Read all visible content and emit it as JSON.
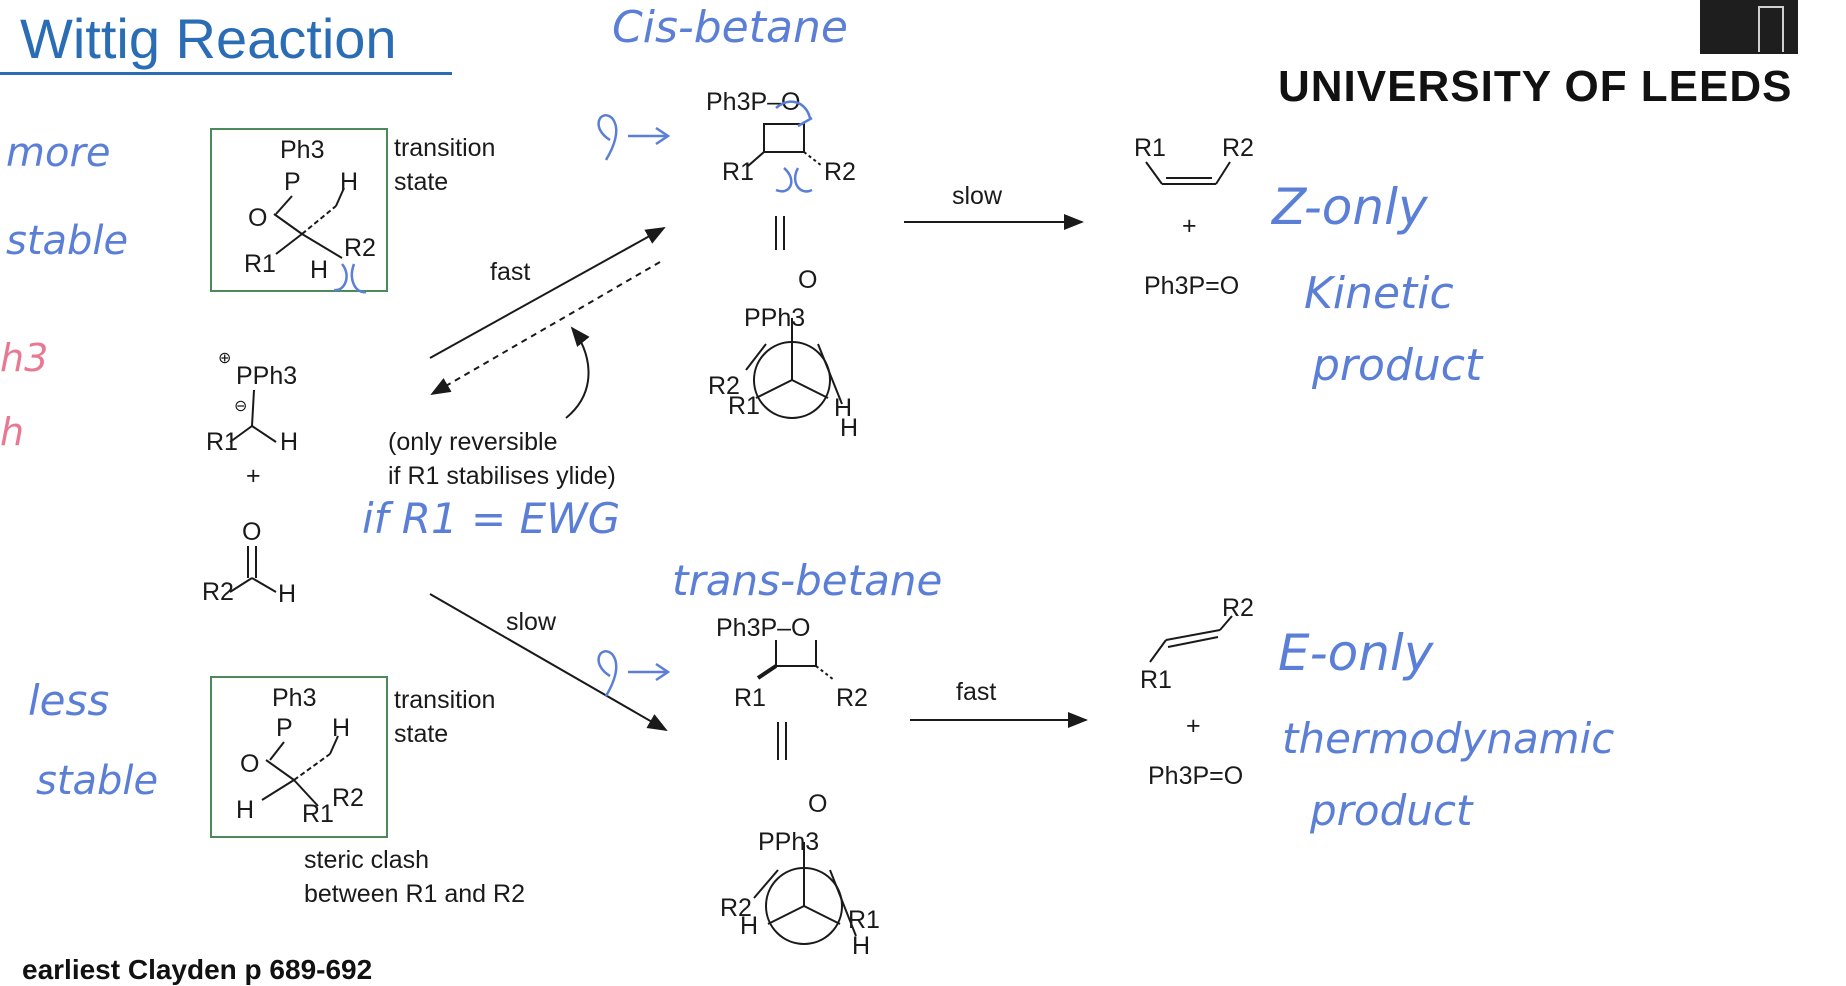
{
  "slide": {
    "title": "Wittig Reaction",
    "institution": "UNIVERSITY OF LEEDS",
    "footer_partial": "earliest Clayden p 689-692"
  },
  "annotations": {
    "cis_betaine": "Cis-betane",
    "trans_betaine": "trans-betane",
    "more_stable": [
      "more",
      "stable"
    ],
    "less_stable": [
      "less",
      "stable"
    ],
    "z_only": "Z-only",
    "kinetic_product": [
      "Kinetic",
      "product"
    ],
    "e_only": "E-only",
    "thermodynamic_product": [
      "thermodynamic",
      "product"
    ],
    "if_r1_ewg": "if R1 = EWG",
    "margin_fragments": [
      "h3",
      "h"
    ]
  },
  "top_ts": {
    "ph3": "Ph3",
    "p": "P",
    "h": "H",
    "o": "O",
    "r1": "R1",
    "r2": "R2",
    "label_line1": "transition",
    "label_line2": "state"
  },
  "bottom_ts": {
    "ph3": "Ph3",
    "p": "P",
    "h": "H",
    "o": "O",
    "r1": "R1",
    "r2": "R2",
    "h2": "H",
    "label_line1": "transition",
    "label_line2": "state",
    "note_line1": "steric clash",
    "note_line2": "between R1 and R2"
  },
  "reactants": {
    "ylide_group": "PPh3",
    "ylide_r1": "R1",
    "ylide_h": "H",
    "plus": "+",
    "aldehyde_o": "O",
    "aldehyde_r2": "R2",
    "aldehyde_h": "H"
  },
  "arrows": {
    "fast_upper": "fast",
    "slow_upper": "slow",
    "slow_lower": "slow",
    "fast_lower": "fast",
    "reversible_line1": "(only reversible",
    "reversible_line2": "if R1 stabilises ylide)"
  },
  "cis_oxaphosphetane": {
    "top": "Ph3P–O",
    "r1": "R1",
    "r2": "R2",
    "newman_group": "PPh3",
    "newman_o": "O",
    "newman_left": "R2",
    "newman_left2": "R1",
    "newman_right": "H",
    "newman_right2": "H"
  },
  "trans_oxaphosphetane": {
    "top": "Ph3P–O",
    "r1": "R1",
    "r2": "R2",
    "newman_group": "PPh3",
    "newman_o": "O",
    "newman_left": "R2",
    "newman_left2": "H",
    "newman_right": "R1",
    "newman_right2": "H"
  },
  "products": {
    "z_r1": "R1",
    "z_r2": "R2",
    "plus": "+",
    "z_byproduct": "Ph3P=O",
    "e_r1": "R1",
    "e_r2": "R2",
    "e_plus": "+",
    "e_byproduct": "Ph3P=O"
  },
  "colors": {
    "title_blue": "#2a6db5",
    "handwriting_blue": "#5b7fd6",
    "handwriting_pink": "#e77a92",
    "ts_green": "#4c8a5c",
    "rate_red": "#c8413a"
  }
}
